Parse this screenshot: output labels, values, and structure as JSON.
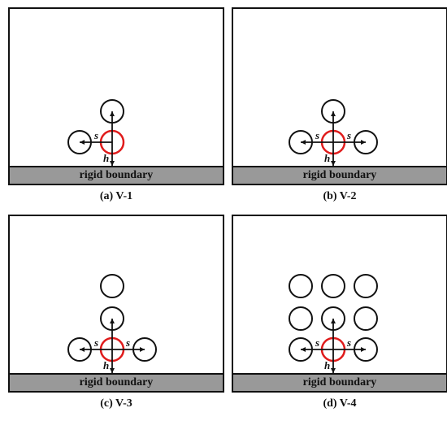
{
  "boundary_label": "rigid boundary",
  "symbols": {
    "spacing": "s",
    "height": "h"
  },
  "colors": {
    "outline": "#111111",
    "highlight": "#e01b1b",
    "boundary_fill": "#999999"
  },
  "panels": [
    {
      "id": "a",
      "caption": "(a) V-1"
    },
    {
      "id": "b",
      "caption": "(b) V-2"
    },
    {
      "id": "c",
      "caption": "(c) V-3"
    },
    {
      "id": "d",
      "caption": "(d) V-4"
    }
  ]
}
